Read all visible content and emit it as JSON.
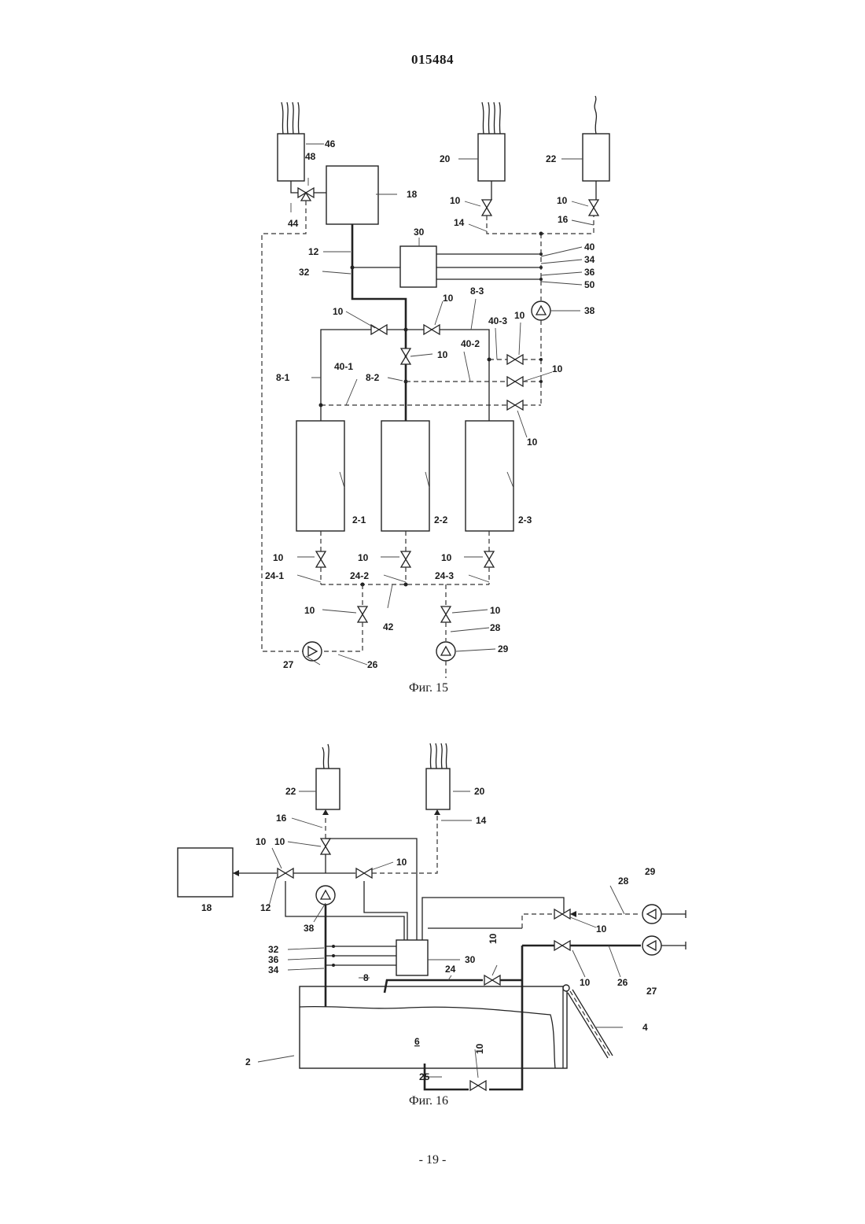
{
  "document": {
    "patent_number": "015484",
    "page_number": "- 19 -"
  },
  "figure_15": {
    "caption": "Фиг. 15",
    "labels": {
      "l46": "46",
      "l48": "48",
      "l44": "44",
      "l18": "18",
      "l20": "20",
      "l22": "22",
      "l10a": "10",
      "l10b": "10",
      "l14": "14",
      "l16": "16",
      "l30": "30",
      "l12": "12",
      "l32": "32",
      "l40": "40",
      "l34": "34",
      "l36": "36",
      "l50": "50",
      "l38": "38",
      "l10c": "10",
      "l10d": "10",
      "l8_3": "8-3",
      "l40_3": "40-3",
      "l10e": "10",
      "l10f": "10",
      "l40_2": "40-2",
      "l10g": "10",
      "l8_1": "8-1",
      "l40_1": "40-1",
      "l8_2": "8-2",
      "l10h": "10",
      "l2_1": "2-1",
      "l2_2": "2-2",
      "l2_3": "2-3",
      "l10i": "10",
      "l10j": "10",
      "l10k": "10",
      "l24_1": "24-1",
      "l24_2": "24-2",
      "l24_3": "24-3",
      "l10l": "10",
      "l10m": "10",
      "l42": "42",
      "l28": "28",
      "l27": "27",
      "l26": "26",
      "l29": "29"
    }
  },
  "figure_16": {
    "caption": "Фиг. 16",
    "labels": {
      "l22": "22",
      "l20": "20",
      "l16": "16",
      "l14": "14",
      "l10a": "10",
      "l10b": "10",
      "l10c": "10",
      "l18": "18",
      "l12": "12",
      "l38": "38",
      "l28": "28",
      "l29": "29",
      "l10d": "10",
      "l32": "32",
      "l36": "36",
      "l34": "34",
      "l30": "30",
      "l10e": "10",
      "l24": "24",
      "l8": "8",
      "l10f": "10",
      "l26": "26",
      "l27": "27",
      "l4": "4",
      "l6": "6",
      "l2": "2",
      "l10g": "10",
      "l25": "25"
    }
  }
}
